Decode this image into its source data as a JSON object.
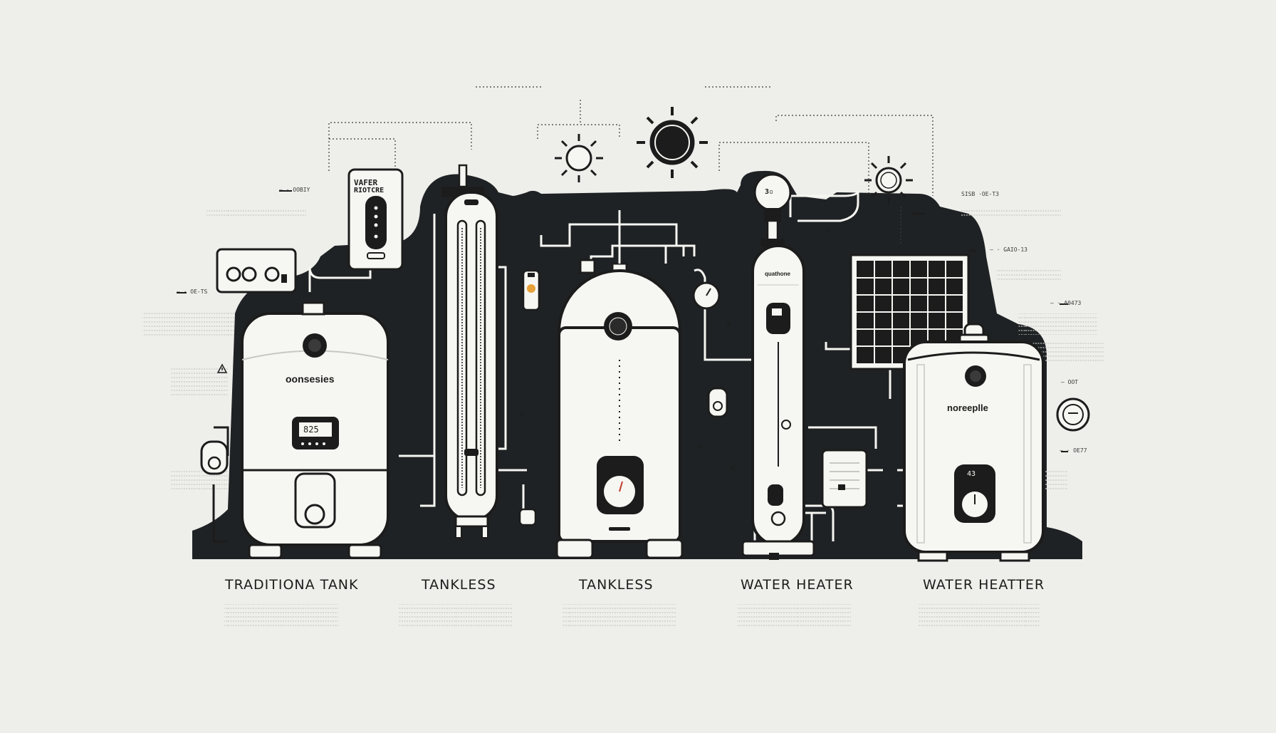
{
  "labels": {
    "traditional_tank": "TRADITIONA TANK",
    "tankless_1": "TANKLESS",
    "tankless_2": "TANKLESS",
    "water_heater_1": "WATER  HEATER",
    "water_heater_2": "WATER HEATTER"
  },
  "device_text": {
    "controller_title_1": "VAFER",
    "controller_title_2": "RIOTCRE",
    "tank1_brand": "oonsesies",
    "tank1_display": "825",
    "tank5_brand": "noreeplle",
    "column_brand": "quathone",
    "column_badge": "3▫",
    "tank5_display": "43"
  },
  "side_notes": {
    "left_1": "—  · OOBIY",
    "left_2": "— · OE-TS",
    "right_1": "SISB ·OE-T3",
    "right_2": "— · GAIO-13",
    "right_3": "— · A0473",
    "right_4": "— OOT",
    "right_5": "— · OE77"
  },
  "colors": {
    "background": "#eeeeeb",
    "backdrop": "#1f2224",
    "appliance": "#f6f6f2",
    "outline": "#1c1c1c",
    "accent": "#e8a13a"
  },
  "icons": [
    "sun-icon",
    "warning-icon",
    "solar-panel-icon",
    "gauge-icon",
    "thermostat-icon"
  ]
}
